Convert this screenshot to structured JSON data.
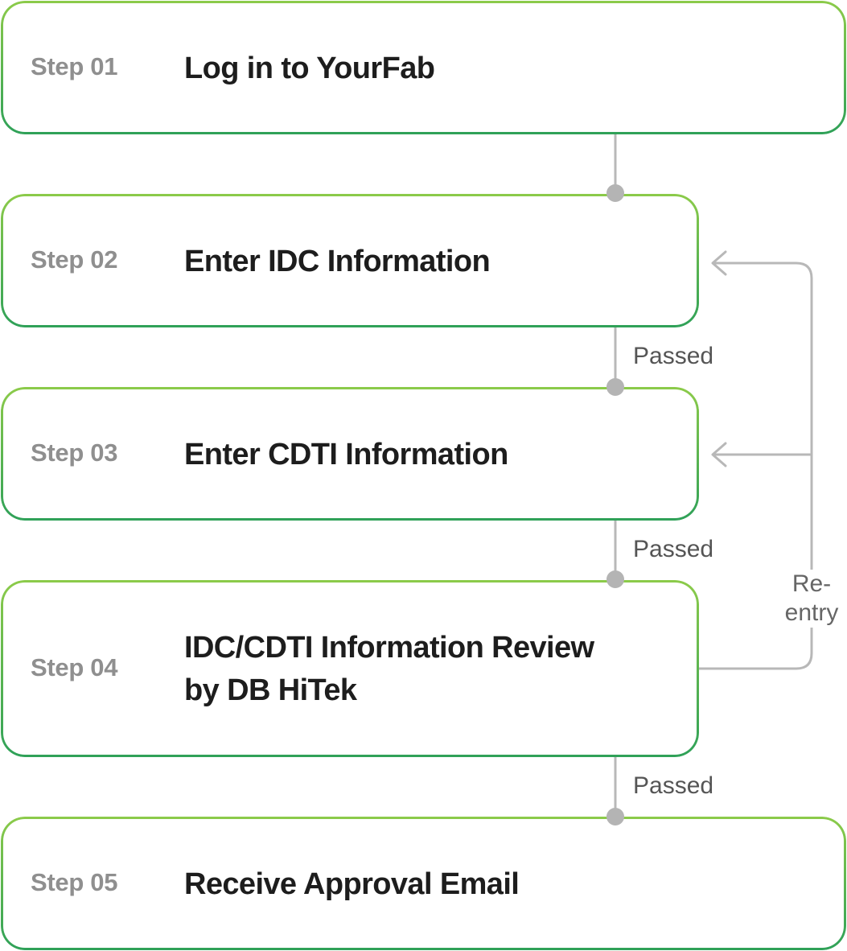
{
  "steps": [
    {
      "number": "Step 01",
      "title": "Log in to YourFab"
    },
    {
      "number": "Step 02",
      "title": "Enter IDC Information"
    },
    {
      "number": "Step 03",
      "title": "Enter CDTI Information"
    },
    {
      "number": "Step 04",
      "title": "IDC/CDTI Information Review by DB HiTek"
    },
    {
      "number": "Step 05",
      "title": "Receive Approval Email"
    }
  ],
  "transitions": {
    "passed_1": "Passed",
    "passed_2": "Passed",
    "passed_3": "Passed"
  },
  "reentry_label": "Re-\nentry",
  "colors": {
    "border_top": "#8ccb4a",
    "border_bottom": "#2fa158",
    "connector": "#b8b8b8",
    "step_number": "#8f8f8f",
    "title": "#1d1d1d"
  }
}
